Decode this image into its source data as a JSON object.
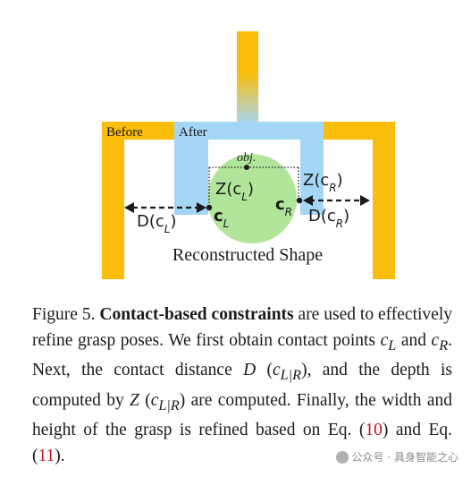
{
  "figure": {
    "label_before": "Before",
    "label_after": "After",
    "label_obj": "obj.",
    "label_shape": "Reconstructed Shape",
    "label_zl": "Z(c",
    "label_zl_sub": "L",
    "label_zr": "Z(c",
    "label_zr_sub": "R",
    "label_dl": "D(c",
    "label_dl_sub": "L",
    "label_dr": "D(c",
    "label_dr_sub": "R",
    "label_cl": "c",
    "label_cl_sub": "L",
    "label_cr": "c",
    "label_cr_sub": "R",
    "colors": {
      "before": "#fbbd0c",
      "after": "#a4d6f5",
      "shape": "#b1e69a"
    }
  },
  "caption": {
    "fig_num": "Figure 5.",
    "bold": "Contact-based constraints",
    "t1": " are used to effectively refine grasp poses. We first obtain contact points ",
    "cl": "c",
    "cl_sub": "L",
    "and": " and ",
    "cr": "c",
    "cr_sub": "R",
    "t2": ". Next, the contact distance ",
    "d": "D",
    "d_arg": "c",
    "d_sub": "L|R",
    "t3": ", and the depth is computed by ",
    "z": "Z",
    "z_arg": "c",
    "z_sub": "L|R",
    "t4": " are computed. Finally, the width and height of the grasp is refined based on Eq. (",
    "ref1": "10",
    "t5": ") and Eq. (",
    "ref2": "11",
    "t6": ")."
  },
  "watermark": {
    "text": "公众号 · 具身智能之心"
  }
}
